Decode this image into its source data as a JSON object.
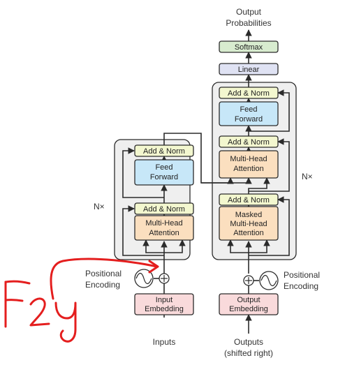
{
  "output": {
    "line1": "Output",
    "line2": "Probabilities"
  },
  "softmax": "Softmax",
  "linear": "Linear",
  "encoder": {
    "add_norm_top": "Add & Norm",
    "feed_forward_1": "Feed",
    "feed_forward_2": "Forward",
    "add_norm_bottom": "Add & Norm",
    "mha_1": "Multi-Head",
    "mha_2": "Attention",
    "repeat": "N×"
  },
  "decoder": {
    "add_norm_top": "Add & Norm",
    "feed_forward_1": "Feed",
    "feed_forward_2": "Forward",
    "add_norm_mid": "Add & Norm",
    "mha_1": "Multi-Head",
    "mha_2": "Attention",
    "add_norm_bottom": "Add & Norm",
    "masked_1": "Masked",
    "masked_2": "Multi-Head",
    "masked_3": "Attention",
    "repeat": "N×"
  },
  "pos_enc_left": {
    "line1": "Positional",
    "line2": "Encoding"
  },
  "pos_enc_right": {
    "line1": "Positional",
    "line2": "Encoding"
  },
  "input_embedding": {
    "line1": "Input",
    "line2": "Embedding"
  },
  "output_embedding": {
    "line1": "Output",
    "line2": "Embedding"
  },
  "inputs": "Inputs",
  "outputs": {
    "line1": "Outputs",
    "line2": "(shifted right)"
  },
  "handwritten_note": "F2y",
  "colors": {
    "add_norm": "#f3f7cf",
    "feed_forward": "#c7e7f8",
    "attention": "#fbdfbf",
    "embedding": "#f9dadb",
    "softmax": "#d8eccf",
    "linear": "#dfe2f3",
    "block_bg": "#efefef",
    "ink": "#2b2b2b",
    "annotation": "#e41e1e"
  }
}
